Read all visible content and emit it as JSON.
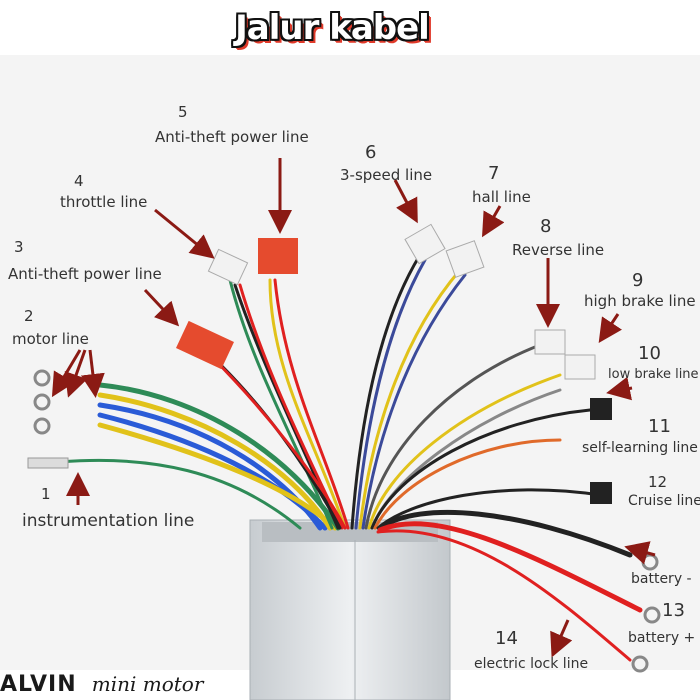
{
  "title": "Jalur kabel",
  "labels": [
    {
      "id": "1",
      "num": "1",
      "text": "instrumentation line"
    },
    {
      "id": "2",
      "num": "2",
      "text": "motor line"
    },
    {
      "id": "3",
      "num": "3",
      "text": "Anti-theft power line"
    },
    {
      "id": "4",
      "num": "4",
      "text": "throttle line"
    },
    {
      "id": "5",
      "num": "5",
      "text": "Anti-theft power line"
    },
    {
      "id": "6",
      "num": "6",
      "text": "3-speed line"
    },
    {
      "id": "7",
      "num": "7",
      "text": "hall line"
    },
    {
      "id": "8",
      "num": "8",
      "text": "Reverse line"
    },
    {
      "id": "9",
      "num": "9",
      "text": "high brake line"
    },
    {
      "id": "10",
      "num": "10",
      "text": "low brake line"
    },
    {
      "id": "11",
      "num": "11",
      "text": "self-learning line"
    },
    {
      "id": "12",
      "num": "12",
      "text": "Cruise line"
    },
    {
      "id": "13",
      "num": "13",
      "text": "battery +"
    },
    {
      "id": "14",
      "num": "14",
      "text": "electric lock line"
    },
    {
      "id": "battery-minus",
      "num": "",
      "text": "battery -"
    }
  ],
  "watermark": {
    "brand": "ALVIN",
    "tagline": "mini motor"
  },
  "colors": {
    "arrow": "#8b1a14",
    "controller": "#d9dde0",
    "title_shadow": "#e03a2a"
  }
}
